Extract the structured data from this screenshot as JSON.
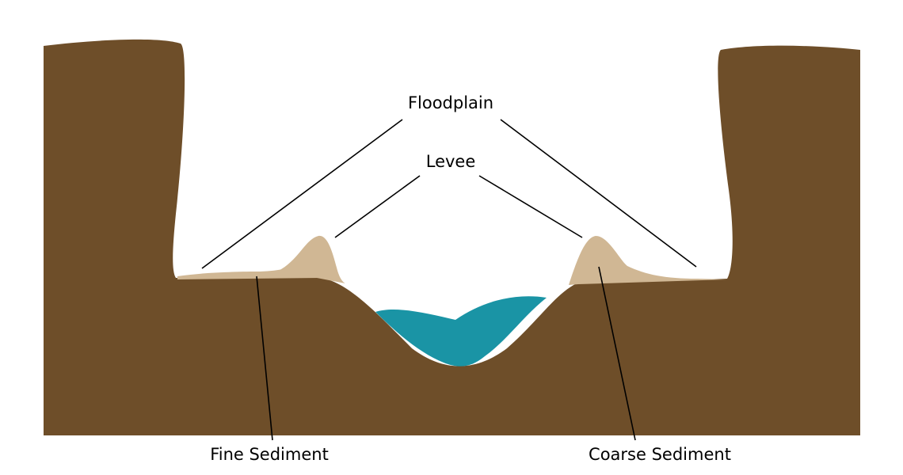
{
  "labels": {
    "floodplain": "Floodplain",
    "levee": "Levee",
    "fine_sediment": "Fine Sediment",
    "coarse_sediment": "Coarse Sediment"
  },
  "colors": {
    "bedrock": "#6e4e29",
    "sediment": "#d0b794",
    "water": "#1a94a5",
    "leader_line": "#000000",
    "background": "#ffffff"
  }
}
